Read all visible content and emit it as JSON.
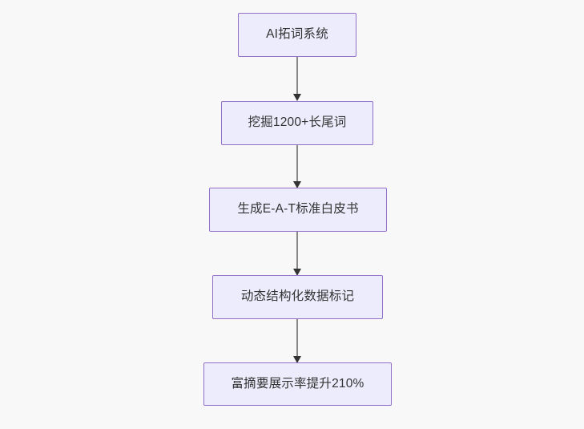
{
  "diagram": {
    "type": "flowchart",
    "direction": "top-to-bottom",
    "background_color": "#f8f8f8",
    "node_fill_color": "#ececfd",
    "node_border_color": "#9370c8",
    "node_text_color": "#333333",
    "edge_line_color": "#888888",
    "edge_arrow_color": "#333333",
    "nodes": [
      {
        "id": "n1",
        "label": "AI拓词系统"
      },
      {
        "id": "n2",
        "label": "挖掘1200+长尾词"
      },
      {
        "id": "n3",
        "label": "生成E-A-T标准白皮书"
      },
      {
        "id": "n4",
        "label": "动态结构化数据标记"
      },
      {
        "id": "n5",
        "label": "富摘要展示率提升210%"
      }
    ],
    "edges": [
      {
        "id": "e1",
        "from": "n1",
        "to": "n2",
        "label": ""
      },
      {
        "id": "e2",
        "from": "n2",
        "to": "n3",
        "label": ""
      },
      {
        "id": "e3",
        "from": "n3",
        "to": "n4",
        "label": ""
      },
      {
        "id": "e4",
        "from": "n4",
        "to": "n5",
        "label": ""
      }
    ]
  }
}
